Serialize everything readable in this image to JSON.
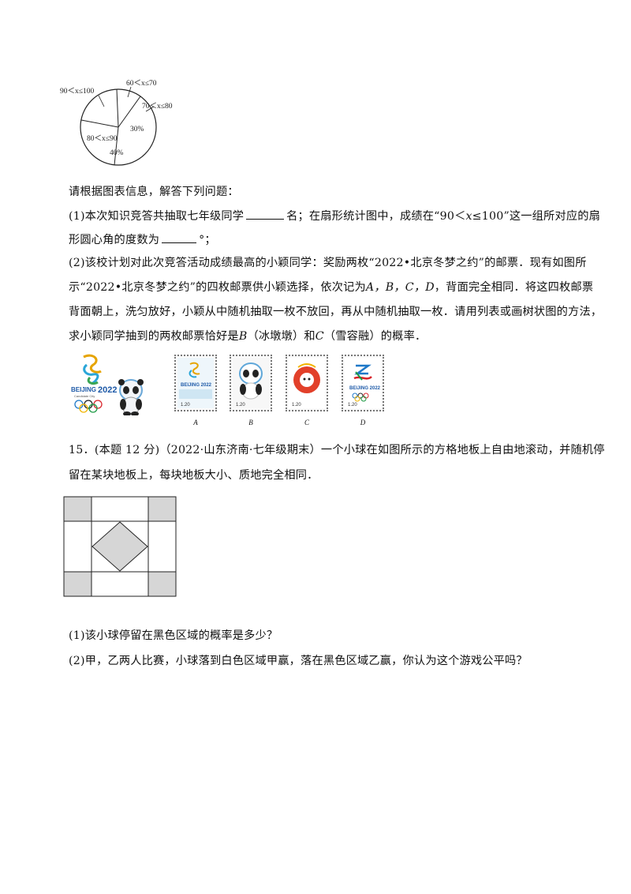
{
  "pie_chart": {
    "labels": [
      "60＜x≤70",
      "70＜x≤80",
      "80＜x≤90",
      "90＜x≤100"
    ],
    "percents": [
      "30%",
      "40%"
    ]
  },
  "instruction": "请根据图表信息，解答下列问题：",
  "q14_part1_line1_a": "(1)本次知识竞答共抽取七年级同学",
  "q14_part1_line1_b": "名；在扇形统计图中，成绩在“90＜",
  "q14_part1_var_x": "x",
  "q14_part1_line1_c": "≤100”这一组所对应的扇",
  "q14_part1_line2_a": "形圆心角的度数为",
  "q14_part1_line2_b": "°；",
  "q14_part2_line1": "(2)该校计划对此次竞答活动成绩最高的小颖同学：奖励两枚“2022•北京冬梦之约”的邮票．现有如图所",
  "q14_part2_line2_a": "示“2022•北京冬梦之约”的四枚邮票供小颖选择，依次记为",
  "q14_part2_letters": "A，B，C，D",
  "q14_part2_line2_b": "，背面完全相同．将这四枚邮票",
  "q14_part2_line3": "背面朝上，洗匀放好，小颖从中随机抽取一枚不放回，再从中随机抽取一枚．请用列表或画树状图的方法，",
  "q14_part2_line4_a": "求小颖同学抽到的两枚邮票恰好是",
  "q14_part2_line4_B": "B",
  "q14_part2_line4_b": "（冰墩墩）和",
  "q14_part2_line4_C": "C",
  "q14_part2_line4_c": "（雪容融）的概率．",
  "logo": {
    "beijing": "BEIJING",
    "year": "2022",
    "candidate": "Candidate City"
  },
  "stamps": {
    "letters": [
      "A",
      "B",
      "C",
      "D"
    ],
    "price": "1.20",
    "stamp_a_text": "BEIJING 2022",
    "stamp_d_text": "BEIJING 2022"
  },
  "q15_line1": "15．(本题 12 分)（2022·山东济南·七年级期末）一个小球在如图所示的方格地板上自由地滚动，并随机停",
  "q15_line2": "留在某块地板上，每块地板大小、质地完全相同．",
  "q15_part1": "(1)该小球停留在黑色区域的概率是多少？",
  "q15_part2": "(2)甲，乙两人比赛，小球落到白色区域甲赢，落在黑色区域乙赢，你认为这个游戏公平吗？",
  "colors": {
    "gray_tile": "#d6d6d6",
    "text": "#111111"
  }
}
